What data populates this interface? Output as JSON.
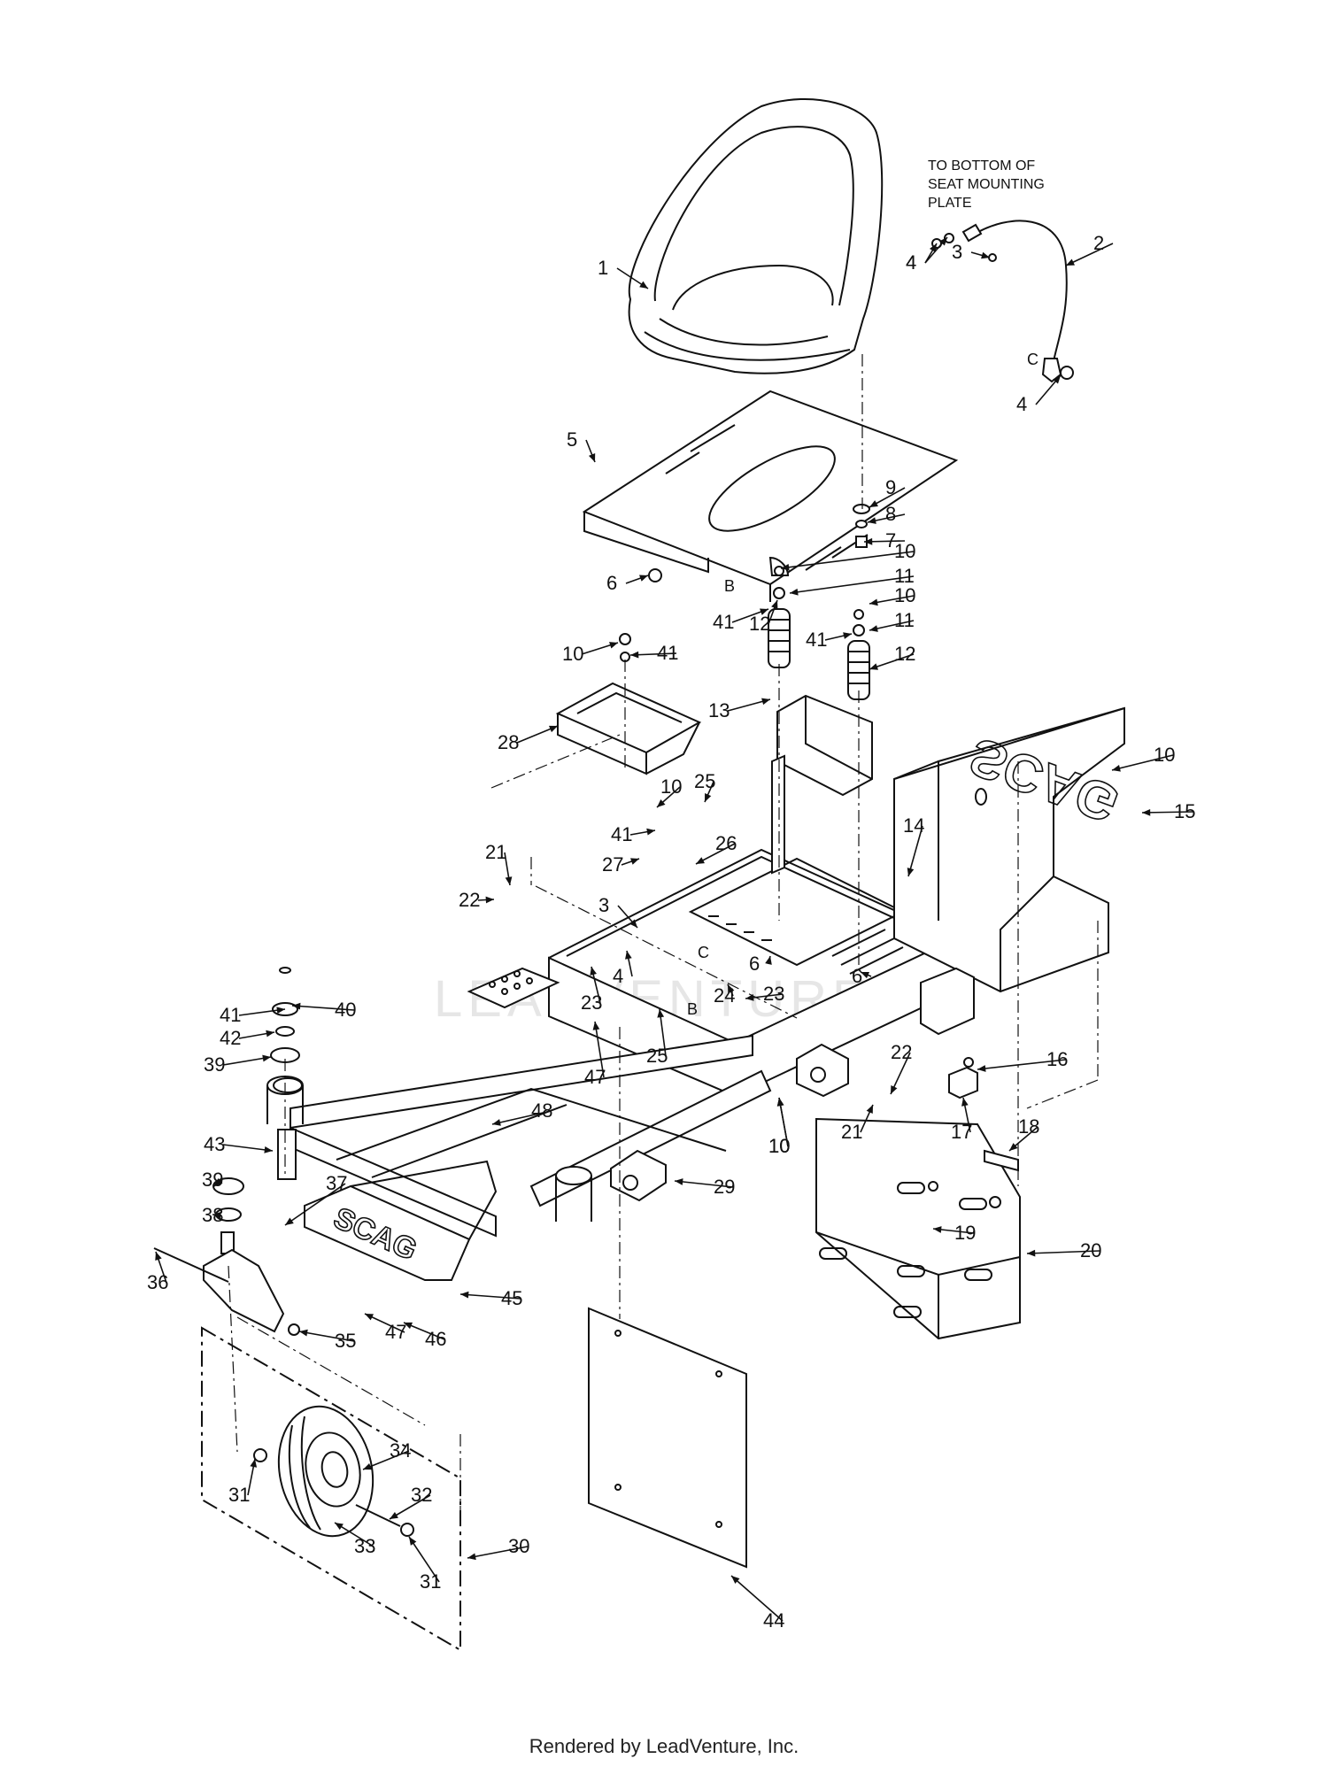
{
  "note": {
    "lines": [
      "TO BOTTOM OF",
      "SEAT MOUNTING",
      "PLATE"
    ]
  },
  "ref_letters": [
    "B",
    "B",
    "C",
    "C"
  ],
  "logos": [
    "SCAG",
    "SCAG"
  ],
  "watermark": "LEADVENTURE",
  "footer": "Rendered by LeadVenture, Inc.",
  "callouts": [
    "1",
    "2",
    "3",
    "4",
    "4",
    "4",
    "5",
    "6",
    "7",
    "8",
    "9",
    "10",
    "11",
    "41",
    "12",
    "10",
    "11",
    "41",
    "12",
    "10",
    "41",
    "13",
    "28",
    "10",
    "15",
    "10",
    "25",
    "41",
    "27",
    "26",
    "14",
    "21",
    "22",
    "3",
    "4",
    "6",
    "6",
    "23",
    "24",
    "23",
    "25",
    "B",
    "10",
    "41",
    "40",
    "42",
    "39",
    "47",
    "48",
    "29",
    "10",
    "21",
    "22",
    "16",
    "17",
    "18",
    "19",
    "20",
    "43",
    "39",
    "38",
    "36",
    "37",
    "35",
    "47",
    "46",
    "45",
    "31",
    "34",
    "32",
    "33",
    "31",
    "30",
    "44"
  ]
}
